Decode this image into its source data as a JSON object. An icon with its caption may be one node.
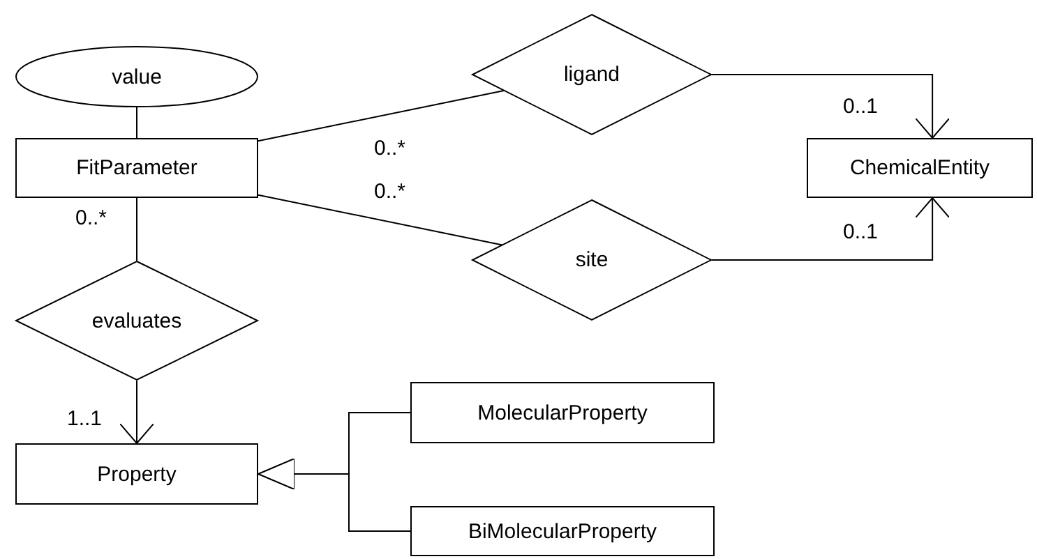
{
  "diagram": {
    "nodes": [
      {
        "text": [
          "value"
        ]
      },
      {
        "text": [
          "FitParameter"
        ]
      },
      {
        "text": [
          "ligand"
        ]
      },
      {
        "text": [
          "ChemicalEntity"
        ]
      },
      {
        "text": [
          "site"
        ]
      },
      {
        "text": [
          "evaluates"
        ]
      },
      {
        "text": [
          "MolecularProperty"
        ]
      },
      {
        "text": [
          "Property"
        ]
      },
      {
        "text": [
          "BiMolecularProperty"
        ]
      }
    ],
    "edges": [
      {
        "from": 0,
        "to": 1,
        "arrow": "none"
      },
      {
        "from": 1,
        "to": 2,
        "arrow": "none",
        "label": "0..*"
      },
      {
        "from": 1,
        "to": 4,
        "arrow": "none",
        "label": "0..*"
      },
      {
        "from": 1,
        "to": 5,
        "arrow": "none",
        "label": "0..*"
      },
      {
        "from": 2,
        "to": 3,
        "arrow": "to",
        "label": "0..1"
      },
      {
        "from": 4,
        "to": 3,
        "arrow": "to",
        "label": "0..1"
      },
      {
        "from": 5,
        "to": 7,
        "arrow": "to",
        "label": "1..1"
      },
      {
        "from": 6,
        "to": 7,
        "arrow": "to"
      },
      {
        "from": 8,
        "to": 7,
        "arrow": "to"
      }
    ]
  }
}
